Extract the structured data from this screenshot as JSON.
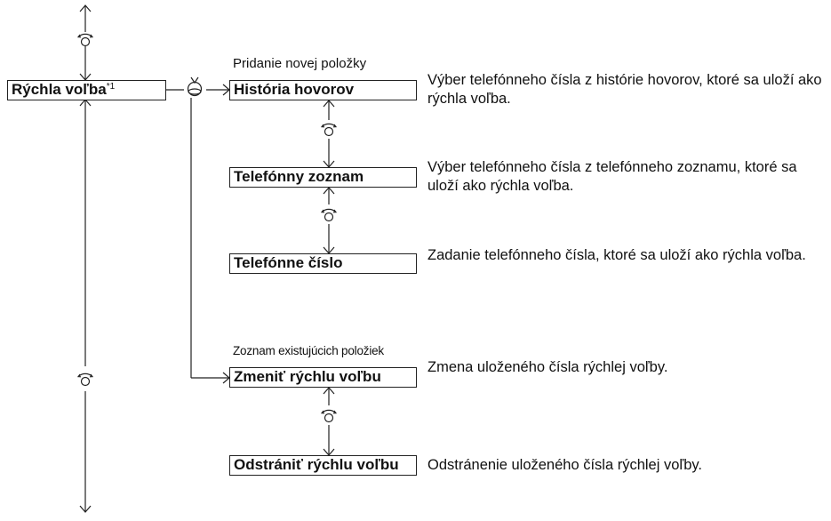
{
  "main_item": {
    "label": "Rýchla voľba",
    "footnote": "*1"
  },
  "add_section": {
    "caption": "Pridanie novej položky",
    "items": [
      {
        "label": "História hovorov",
        "description": "Výber telefónneho čísla z histórie hovorov, ktoré sa uloží ako rýchla voľba."
      },
      {
        "label": "Telefónny zoznam",
        "description": "Výber telefónneho čísla z telefónneho zoznamu, ktoré sa uloží ako rýchla voľba."
      },
      {
        "label": "Telefónne číslo",
        "description": "Zadanie telefónneho čísla, ktoré sa uloží ako rýchla voľba."
      }
    ]
  },
  "existing_section": {
    "caption": "Zoznam existujúcich položiek",
    "items": [
      {
        "label": "Zmeniť rýchlu voľbu",
        "description": "Zmena uloženého čísla rýchlej voľby."
      },
      {
        "label": "Odstrániť rýchlu voľbu",
        "description": "Odstránenie uloženého čísla rýchlej voľby."
      }
    ]
  },
  "icons": {
    "rotate": "rotary-knob-icon",
    "press": "press-knob-icon"
  }
}
